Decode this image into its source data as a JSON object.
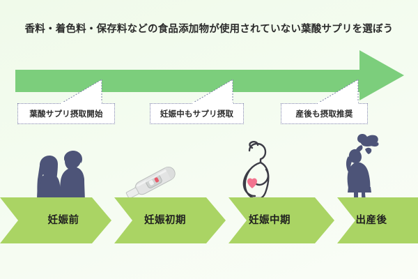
{
  "colors": {
    "background": "#f3fbee",
    "timeline_arrow": "#7cce7c",
    "stage_chevron": "#aad464",
    "silhouette": "#4d5478",
    "heart": "#f2748f",
    "callout_border": "#7b7fa8",
    "text": "#2b2b2b"
  },
  "header": {
    "title": "香料・着色料・保存料などの食品添加物が使用されていない葉酸サプリを選ぼう"
  },
  "timeline": {
    "arrow_name": "rightward-timeline-arrow",
    "direction": "right"
  },
  "callouts": [
    {
      "label": "葉酸サプリ摂取開始"
    },
    {
      "label": "妊娠中もサプリ摂取"
    },
    {
      "label": "産後も摂取推奨"
    }
  ],
  "figures": [
    {
      "icon": "couple-silhouette-icon"
    },
    {
      "icon": "pregnancy-test-stick-icon"
    },
    {
      "icon": "pregnant-woman-outline-icon"
    },
    {
      "icon": "mother-lifting-baby-silhouette-icon"
    }
  ],
  "stages": [
    {
      "label": "妊娠前"
    },
    {
      "label": "妊娠初期"
    },
    {
      "label": "妊娠中期"
    },
    {
      "label": "出産後"
    }
  ]
}
